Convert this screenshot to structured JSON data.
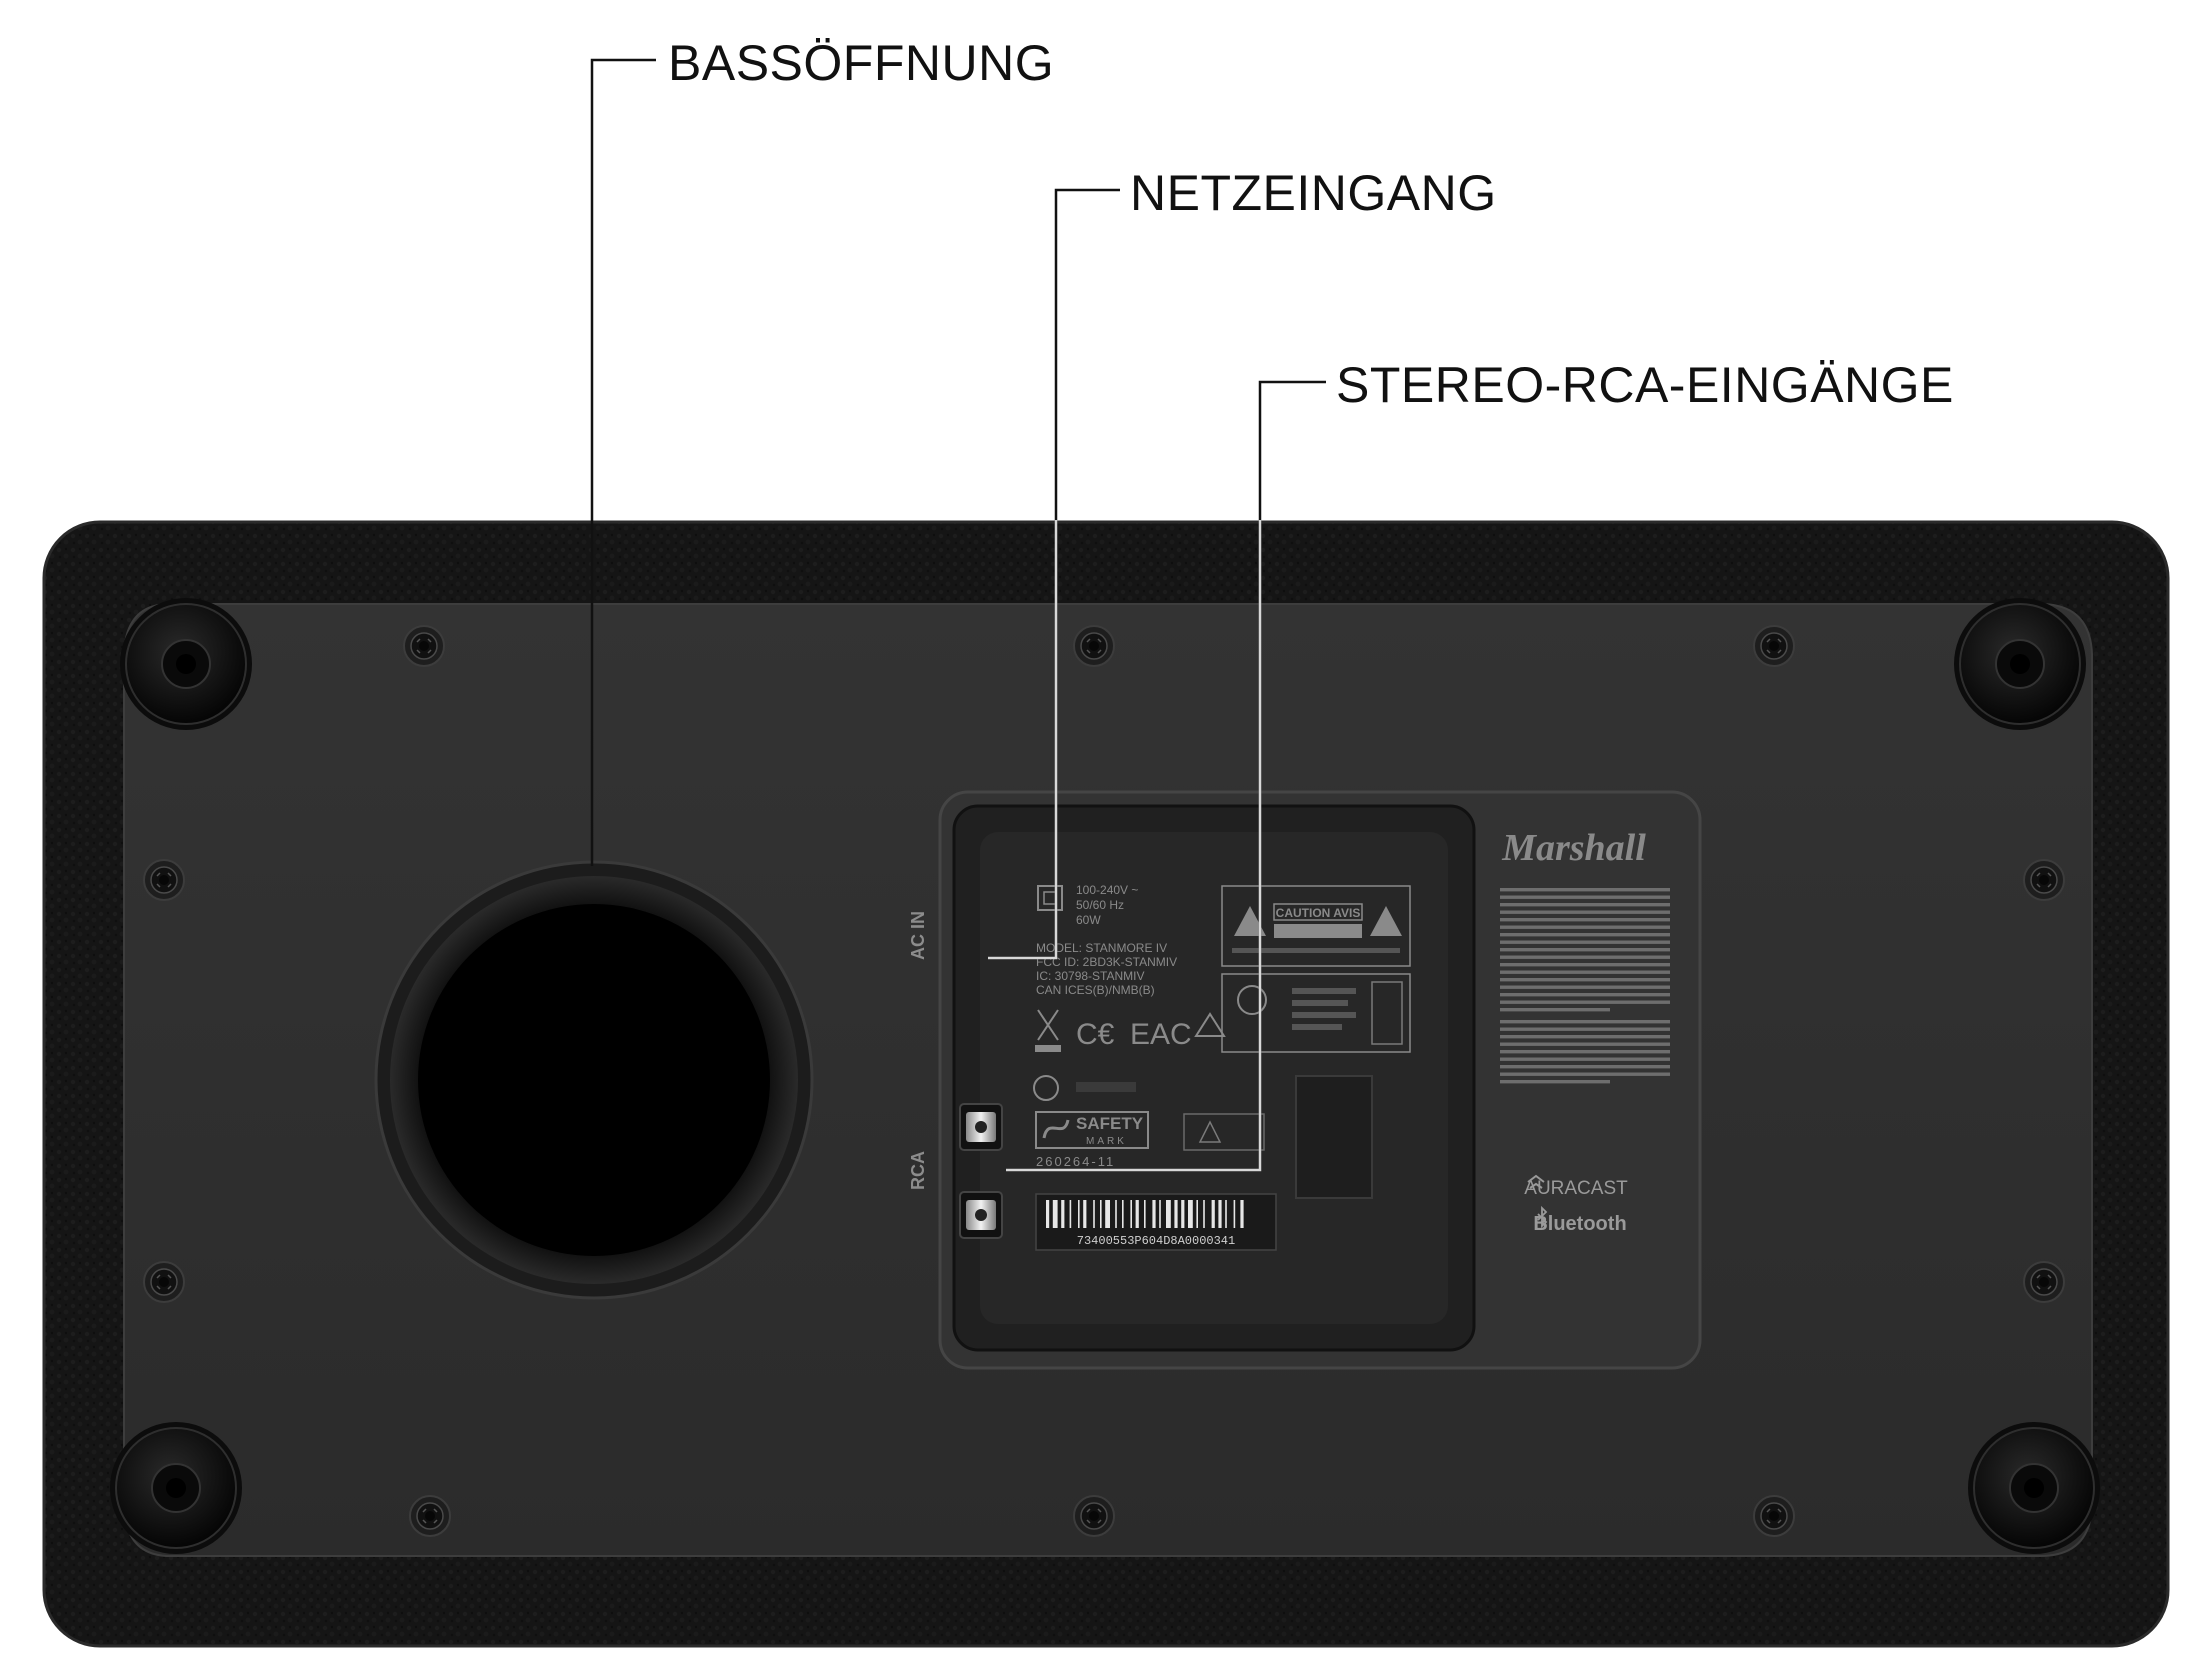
{
  "callouts": {
    "bass_port": "BASSÖFFNUNG",
    "power_input": "NETZEINGANG",
    "rca_inputs": "STEREO-RCA-EINGÄNGE"
  },
  "panel": {
    "brand": "Marshall",
    "ac_in": "AC IN",
    "rca": "RCA",
    "power_rating": [
      "100-240V ~",
      "50/60 Hz",
      "60W"
    ],
    "model_lines": [
      "MODEL: STANMORE IV",
      "FCC ID: 2BD3K-STANMIV",
      "IC: 30798-STANMIV",
      "CAN ICES(B)/NMB(B)"
    ],
    "caution": "CAUTION AVIS",
    "safety_mark": "SAFETY",
    "safety_mark_sub": "MARK",
    "safety_code": "260264-11",
    "serial": "73400553P604D8A0000341",
    "auracast": "AURACAST",
    "bluetooth": "Bluetooth"
  },
  "colors": {
    "background": "#ffffff",
    "cabinet": "#141414",
    "plate": "#2f2f2f",
    "recess": "#252525",
    "label_text": "#9a9a9a",
    "callout_text": "#111111",
    "leader_line": "#111111"
  }
}
